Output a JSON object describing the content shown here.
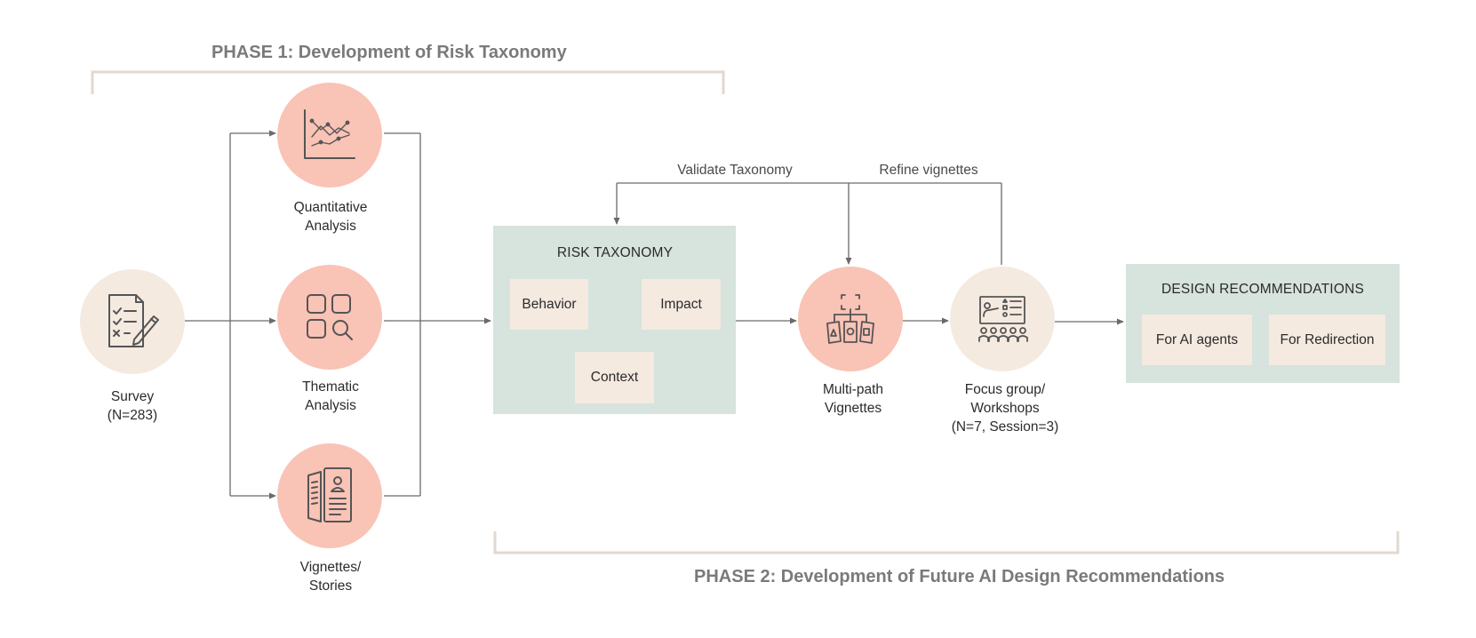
{
  "phase1": {
    "title": "PHASE 1: Development of Risk Taxonomy"
  },
  "phase2": {
    "title": "PHASE 2: Development of Future AI Design Recommendations"
  },
  "nodes": {
    "survey": {
      "line1": "Survey",
      "line2": "(N=283)",
      "icon": "survey-checklist-icon"
    },
    "quantitative": {
      "line1": "Quantitative",
      "line2": "Analysis",
      "icon": "line-chart-icon"
    },
    "thematic": {
      "line1": "Thematic",
      "line2": "Analysis",
      "icon": "grid-search-icon"
    },
    "vignettes": {
      "line1": "Vignettes/",
      "line2": "Stories",
      "icon": "document-profile-icon"
    },
    "multipath": {
      "line1": "Multi-path",
      "line2": "Vignettes",
      "icon": "branching-documents-icon"
    },
    "focus": {
      "line1": "Focus group/",
      "line2": "Workshops",
      "line3": "(N=7, Session=3)",
      "icon": "presentation-audience-icon"
    }
  },
  "risk_taxonomy": {
    "title": "RISK TAXONOMY",
    "behavior": "Behavior",
    "impact": "Impact",
    "context": "Context"
  },
  "design_recommendations": {
    "title": "DESIGN RECOMMENDATIONS",
    "ai_agents": "For AI agents",
    "redirection": "For Redirection"
  },
  "edges": {
    "validate": "Validate Taxonomy",
    "refine": "Refine vignettes"
  },
  "colors": {
    "pink": "#f9c3b6",
    "cream": "#f5eae0",
    "panel": "#d7e3dd",
    "line": "#6a6a6a",
    "bracket": "#e2d8cf",
    "icon": "#555555"
  }
}
